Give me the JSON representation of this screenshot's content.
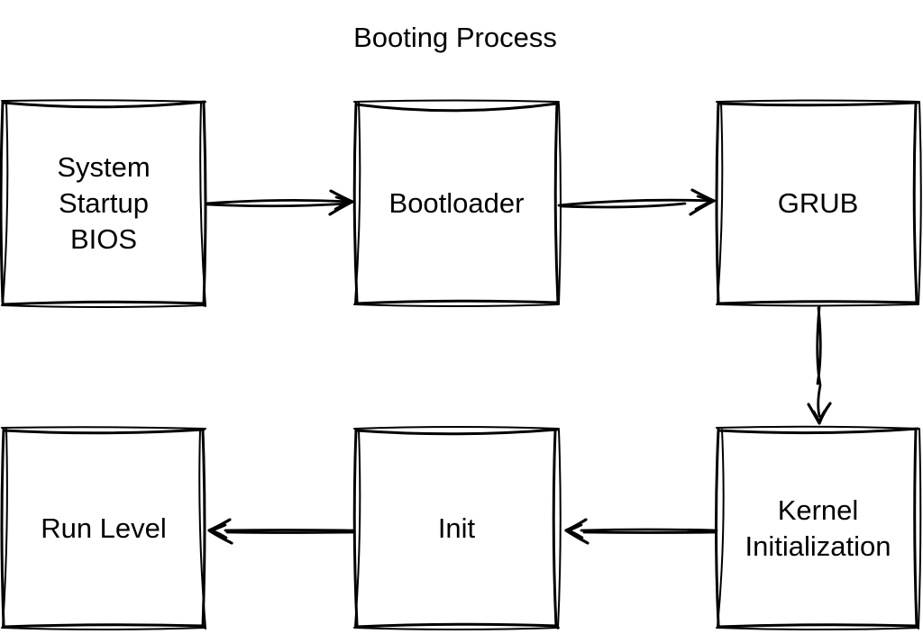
{
  "title": "Booting Process",
  "diagram": {
    "type": "flowchart",
    "style": "hand-drawn sketch, black strokes on white",
    "colors": {
      "stroke": "#000000",
      "text": "#000000",
      "background": "#ffffff"
    },
    "nodes": [
      {
        "id": "system-startup-bios",
        "label": "System\nStartup\nBIOS"
      },
      {
        "id": "bootloader",
        "label": "Bootloader"
      },
      {
        "id": "grub",
        "label": "GRUB"
      },
      {
        "id": "kernel-initialization",
        "label": "Kernel\nInitialization"
      },
      {
        "id": "init",
        "label": "Init"
      },
      {
        "id": "run-level",
        "label": "Run Level"
      }
    ],
    "edges": [
      {
        "from": "system-startup-bios",
        "to": "bootloader",
        "direction": "right"
      },
      {
        "from": "bootloader",
        "to": "grub",
        "direction": "right"
      },
      {
        "from": "grub",
        "to": "kernel-initialization",
        "direction": "down"
      },
      {
        "from": "kernel-initialization",
        "to": "init",
        "direction": "left"
      },
      {
        "from": "init",
        "to": "run-level",
        "direction": "left"
      }
    ]
  }
}
